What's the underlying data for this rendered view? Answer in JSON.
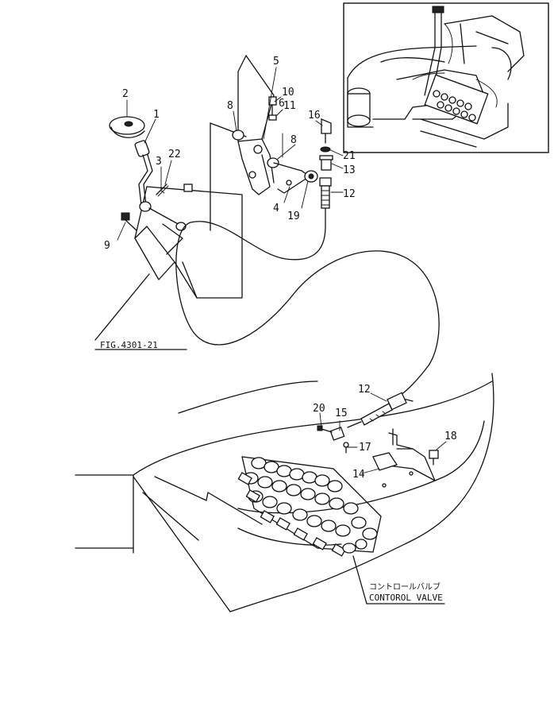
{
  "figure_ref": "FIG.4301-21",
  "control_valve": {
    "label_jp": "コントロールバルブ",
    "label_en": "CONTOROL VALVE"
  },
  "callouts": [
    "1",
    "2",
    "3",
    "4",
    "5",
    "6",
    "8",
    "8",
    "9",
    "10",
    "11",
    "12",
    "12",
    "13",
    "14",
    "15",
    "16",
    "17",
    "18",
    "19",
    "20",
    "21",
    "22"
  ]
}
